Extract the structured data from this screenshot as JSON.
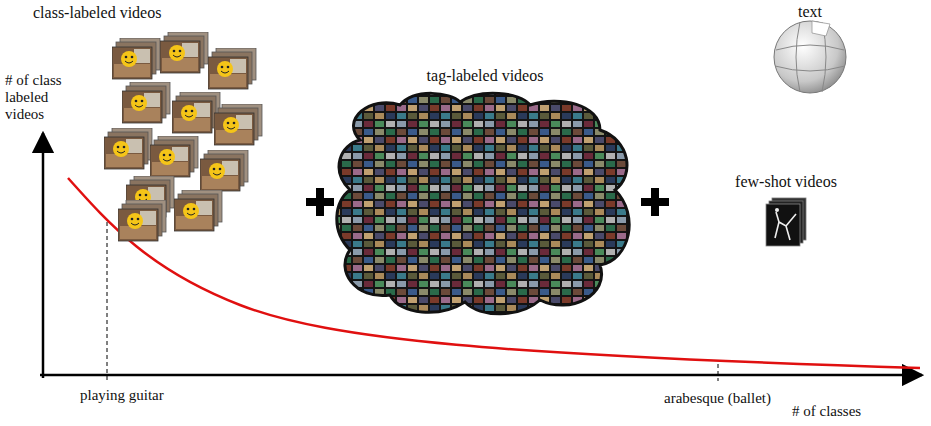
{
  "diagram": {
    "nodes": [
      {
        "text": [
          "class-labeled videos"
        ]
      },
      {
        "text": [
          "tag-labeled videos"
        ]
      },
      {
        "text": [
          "text"
        ]
      },
      {
        "text": [
          "few-shot videos"
        ]
      }
    ],
    "labels": [
      "# of class labeled videos",
      "playing guitar",
      "arabesque (ballet)",
      "# of classes"
    ]
  }
}
